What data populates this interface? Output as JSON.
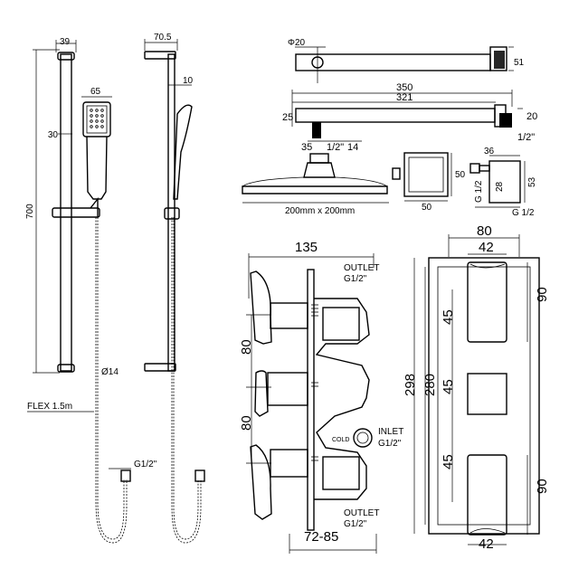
{
  "labels": {
    "rail_w": "39",
    "rail_h": "700",
    "rail_mid": "30",
    "handset_w": "65",
    "rail_dia": "Ø14",
    "hose": "FLEX 1.5m",
    "hose_conn": "G1/2\"",
    "side_w": "70.5",
    "side_d": "10",
    "arm_dia": "Φ20",
    "arm_51": "51",
    "arm_350": "350",
    "arm_321": "321",
    "arm_25": "25",
    "arm_20": "20",
    "arm_35": "35",
    "arm_thread": "1/2\"",
    "arm_14": "14",
    "arm_thread2": "1/2\"",
    "head_size": "200mm x 200mm",
    "box_50a": "50",
    "box_50b": "50",
    "elbow_36": "36",
    "elbow_53": "53",
    "elbow_28": "28",
    "elbow_g1": "G 1/2",
    "elbow_g2": "G 1/2",
    "valve_135": "135",
    "outlet_top_a": "OUTLET",
    "outlet_top_b": "G1/2\"",
    "valve_80a": "80",
    "valve_80b": "80",
    "cold": "COLD",
    "inlet_a": "INLET",
    "inlet_b": "G1/2\"",
    "outlet_bot_a": "OUTLET",
    "outlet_bot_b": "G1/2\"",
    "valve_depth": "72-85",
    "plate_80": "80",
    "plate_42a": "42",
    "plate_90a": "90",
    "plate_45a": "45",
    "plate_298": "298",
    "plate_280": "280",
    "plate_45b": "45",
    "plate_45c": "45",
    "plate_90b": "90",
    "plate_42b": "42"
  }
}
